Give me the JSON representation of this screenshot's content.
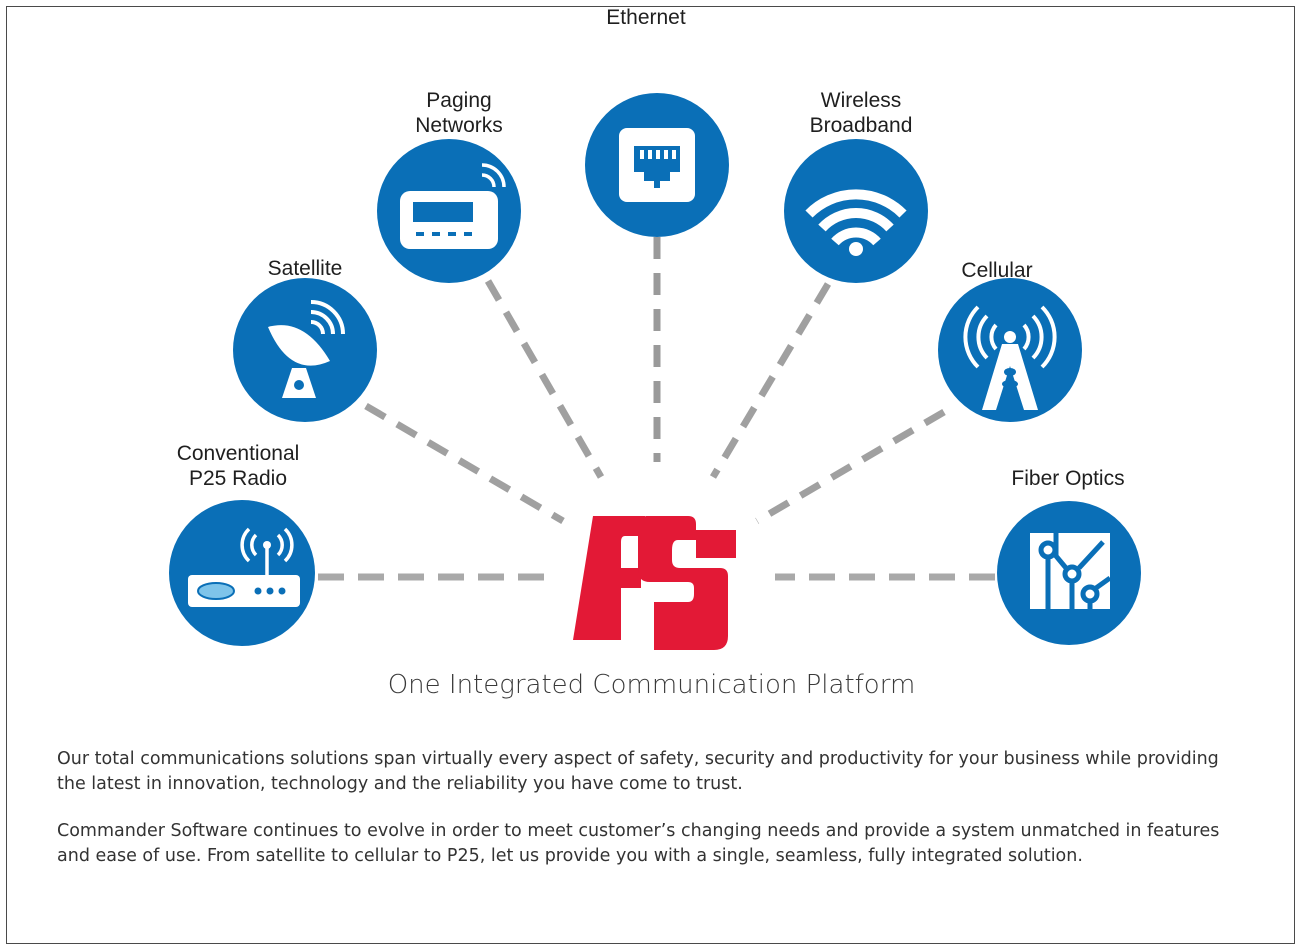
{
  "diagram": {
    "center_logo": "fs-logo",
    "colors": {
      "node_blue": "#0a6fb7",
      "logo_red": "#e31936",
      "connector_light": "#d0d0d0",
      "connector_dark": "#7a7a7a"
    },
    "nodes": [
      {
        "id": "conventional",
        "label": "Conventional\nP25 Radio",
        "icon": "radio-icon"
      },
      {
        "id": "satellite",
        "label": "Satellite",
        "icon": "satellite-dish-icon"
      },
      {
        "id": "paging",
        "label": "Paging\nNetworks",
        "icon": "pager-icon"
      },
      {
        "id": "ethernet",
        "label": "Ethernet",
        "icon": "ethernet-port-icon"
      },
      {
        "id": "wireless",
        "label": "Wireless\nBroadband",
        "icon": "wifi-icon"
      },
      {
        "id": "cellular",
        "label": "Cellular",
        "icon": "cell-tower-icon"
      },
      {
        "id": "fiber",
        "label": "Fiber Optics",
        "icon": "circuit-icon"
      }
    ]
  },
  "headline": "One Integrated Communication Platform",
  "paragraphs": [
    "Our total communications solutions span virtually every aspect of safety, security and productivity for your business while providing the latest in innovation, technology and the reliability you have come to trust.",
    "Commander Software continues to evolve in order to meet customer’s changing needs and provide a system unmatched in features and ease of use. From satellite to cellular to P25, let us provide you with a single, seamless, fully integrated solution."
  ]
}
